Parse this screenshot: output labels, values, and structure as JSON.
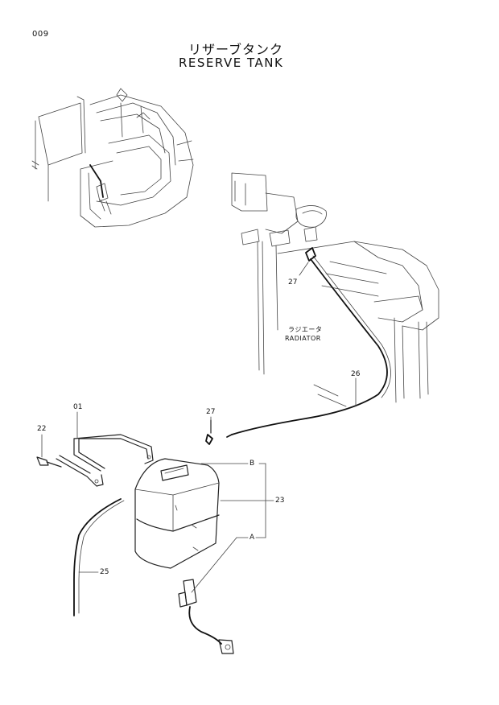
{
  "page_number": "009",
  "title_jp": "リザーブタンク",
  "title_en": "RESERVE TANK",
  "radiator_label_jp": "ラジエータ",
  "radiator_label_en": "RADIATOR",
  "callouts": {
    "c01": "01",
    "c22": "22",
    "c23": "23",
    "c25": "25",
    "c26": "26",
    "c27_top": "27",
    "c27_mid": "27",
    "cA": "A",
    "cB": "B"
  }
}
